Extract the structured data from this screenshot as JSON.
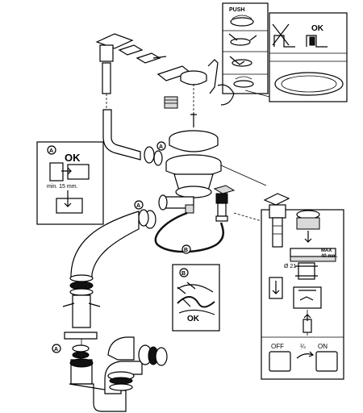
{
  "labels": {
    "push": "PUSH",
    "ok_top": "OK",
    "circle_a_1": "A",
    "circle_a_2": "A",
    "circle_a_3": "A",
    "circle_a_4": "A",
    "circle_b_1": "B",
    "circle_b_2": "B",
    "ok_inset_a": "OK",
    "min_note": "min. 15 mm.",
    "ok_inset_b": "OK",
    "max_note_1": "MAX",
    "max_note_2": "40 mm.",
    "diameter": "Ø 21",
    "off": "OFF",
    "quarter": "¼",
    "on": "ON"
  }
}
